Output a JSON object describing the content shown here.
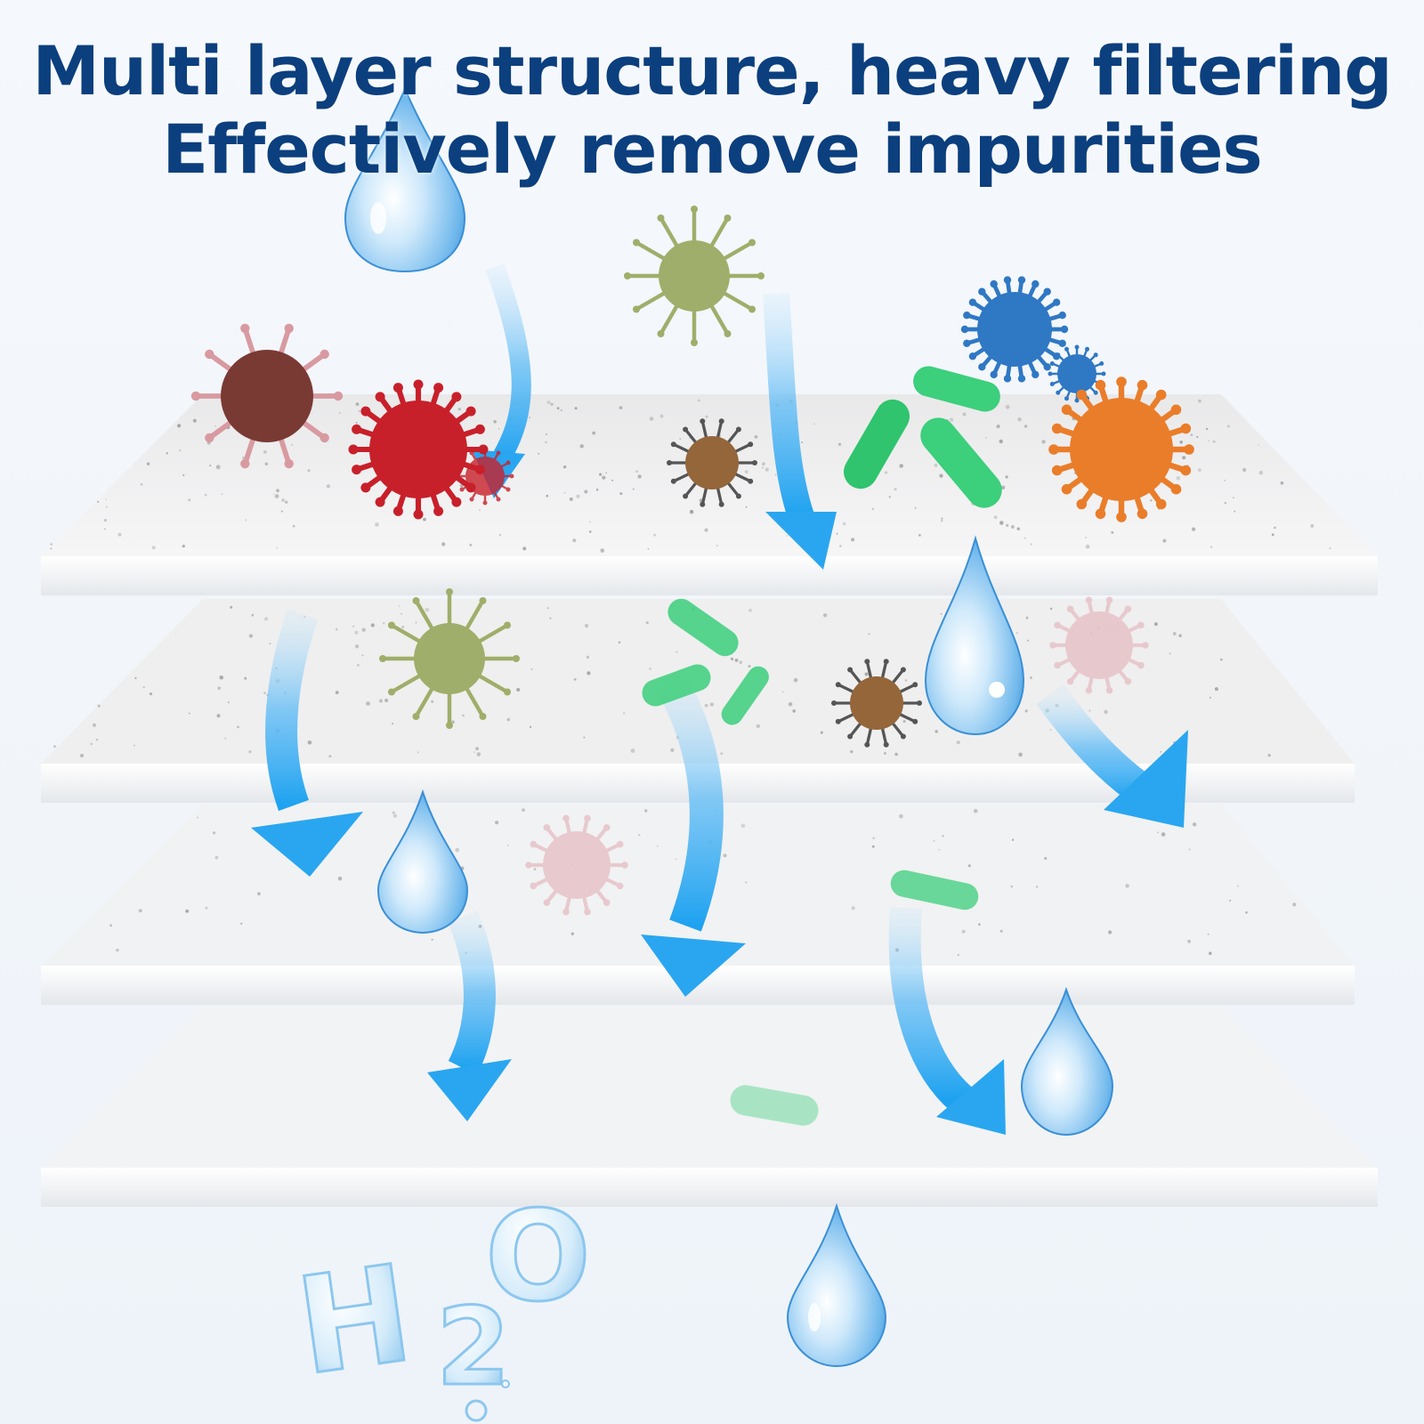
{
  "headline": {
    "line1": "Multi layer structure, heavy filtering",
    "line2": "Effectively remove impurities"
  },
  "formula": {
    "h": "H",
    "two": "2",
    "o": "O"
  },
  "palette": {
    "title": "#0b3f7e",
    "arrow": "#36a9f0",
    "drop": "#7cc3f2",
    "bacteria": "#3ccf7c",
    "virus_red": "#c8202a",
    "virus_brown": "#7a3a34",
    "virus_orange": "#ea7d2a",
    "virus_blue": "#2f78c4",
    "virus_olive": "#9fae6a",
    "virus_pink": "#e6c3c8",
    "dust": "#94663a"
  }
}
